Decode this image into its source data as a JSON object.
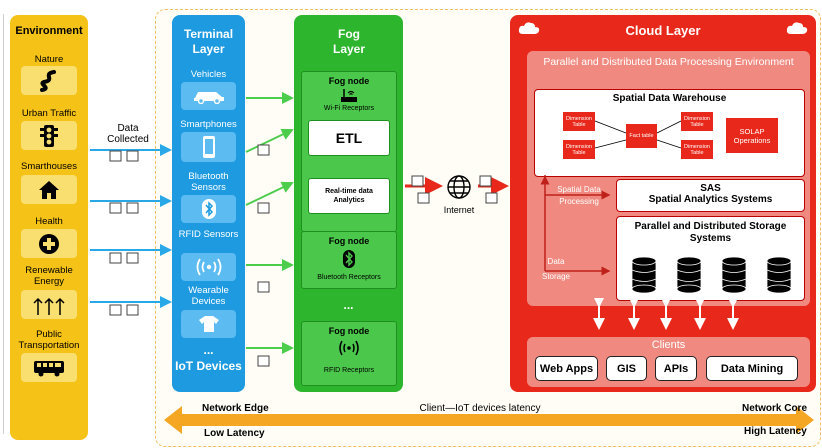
{
  "environment": {
    "title": "Environment",
    "items": [
      {
        "label": "Nature",
        "icon": "nature-icon"
      },
      {
        "label": "Urban Traffic",
        "icon": "traffic-light-icon"
      },
      {
        "label": "Smarthouses",
        "icon": "house-icon"
      },
      {
        "label": "Health",
        "icon": "health-cross-icon"
      },
      {
        "label": "Renewable Energy",
        "icon": "wind-turbines-icon"
      },
      {
        "label": "Public Transportation",
        "icon": "bus-icon"
      }
    ]
  },
  "data_collected": "Data Collected",
  "terminal": {
    "title": "Terminal Layer",
    "items": [
      {
        "label": "Vehicles",
        "icon": "car-icon"
      },
      {
        "label": "Smartphones",
        "icon": "smartphone-icon"
      },
      {
        "label": "Bluetooth Sensors",
        "icon": "bluetooth-icon"
      },
      {
        "label": "RFID Sensors",
        "icon": "rfid-icon"
      },
      {
        "label": "Wearable Devices",
        "icon": "tshirt-icon"
      }
    ],
    "ellipsis": "...",
    "footer": "IoT Devices"
  },
  "fog": {
    "title": "Fog Layer",
    "node1": {
      "title": "Fog node",
      "sub": "Wi-Fi Receptors",
      "etl": "ETL",
      "rt": "Real-time data Analytics"
    },
    "node2": {
      "title": "Fog node",
      "sub": "Bluetooth Receptors"
    },
    "ellipsis": "...",
    "node3": {
      "title": "Fog node",
      "sub": "RFID Receptors"
    }
  },
  "internet": "Internet",
  "cloud": {
    "title": "Cloud Layer",
    "pde_title": "Parallel and Distributed Data Processing Environment",
    "sdw": {
      "title": "Spatial Data Warehouse",
      "dim1": "Dimension Table",
      "dim2": "Dimension Table",
      "fact": "Fact table",
      "dim3": "Dimension Table",
      "dim4": "Dimension Table",
      "solap": "SOLAP Operations"
    },
    "spatial_data_processing": "Spatial Data Processing",
    "sas": {
      "title": "SAS",
      "sub": "Spatial Analytics Systems"
    },
    "data_storage": "Data Storage",
    "pds": "Parallel and Distributed Storage Systems",
    "clients": {
      "title": "Clients",
      "items": [
        "Web Apps",
        "GIS",
        "APIs",
        "Data Mining"
      ]
    }
  },
  "latency": {
    "left_top": "Network Edge",
    "left_bottom": "Low Latency",
    "center": "Client—IoT devices latency",
    "right_top": "Network Core",
    "right_bottom": "High Latency"
  },
  "colors": {
    "env": "#f5c218",
    "terminal": "#1e9ae0",
    "fog": "#2db52d",
    "cloud": "#e8281a",
    "arrow_blue": "#29a8e8",
    "arrow_green": "#4ccd4c",
    "arrow_orange": "#f5a623"
  }
}
